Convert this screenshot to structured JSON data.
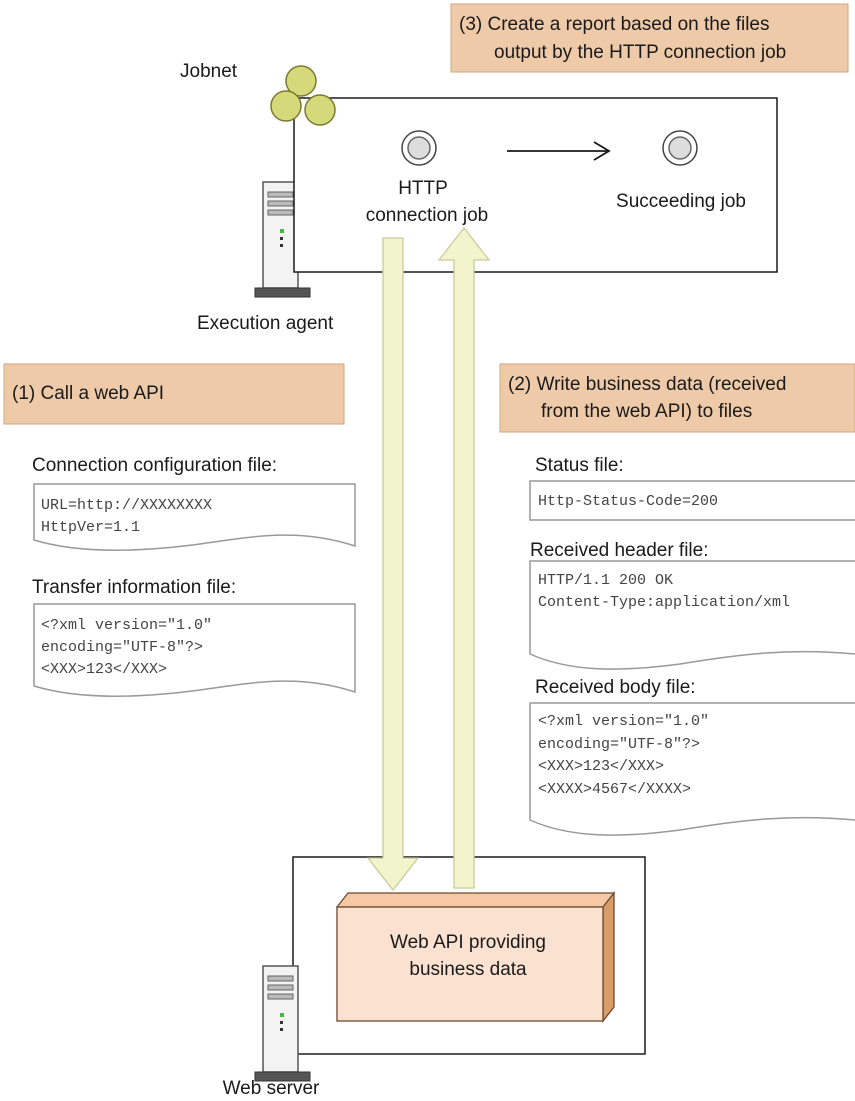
{
  "labels": {
    "jobnet": "Jobnet",
    "http_job_line1": "HTTP",
    "http_job_line2": "connection job",
    "succeeding_job": "Succeeding job",
    "execution_agent": "Execution agent",
    "web_server": "Web server",
    "web_api_line1": "Web API providing",
    "web_api_line2": "business data"
  },
  "callouts": {
    "step1": {
      "line1": "(1) Call a web API"
    },
    "step2": {
      "line1": "(2) Write business data (received",
      "line2": "from the web API) to files"
    },
    "step3": {
      "line1": "(3) Create a report based on the files",
      "line2": "output by the HTTP connection job"
    }
  },
  "files": {
    "connection_config": {
      "title": "Connection configuration file:",
      "lines": [
        "URL=http://XXXXXXXX",
        "HttpVer=1.1"
      ]
    },
    "transfer_info": {
      "title": "Transfer information file:",
      "lines": [
        "<?xml version=\"1.0\"",
        "encoding=\"UTF-8\"?>",
        "<XXX>123</XXX>"
      ]
    },
    "status": {
      "title": "Status file:",
      "lines": [
        "Http-Status-Code=200"
      ]
    },
    "received_header": {
      "title": "Received header file:",
      "lines": [
        "HTTP/1.1 200 OK",
        "Content-Type:application/xml"
      ]
    },
    "received_body": {
      "title": "Received body file:",
      "lines": [
        "<?xml version=\"1.0\"",
        "encoding=\"UTF-8\"?>",
        "<XXX>123</XXX>",
        "<XXXX>4567</XXXX>"
      ]
    }
  },
  "colors": {
    "callout_fill": "#eecaa8",
    "callout_stroke": "#d2a57c",
    "arrow_fill": "#f2f4cc",
    "arrow_stroke": "#c9cc9a",
    "web_api_front": "#fbe2d0",
    "web_api_top": "#f4c9a4",
    "web_api_side": "#d99c68",
    "jobnet_icon": "#d6d97a"
  }
}
